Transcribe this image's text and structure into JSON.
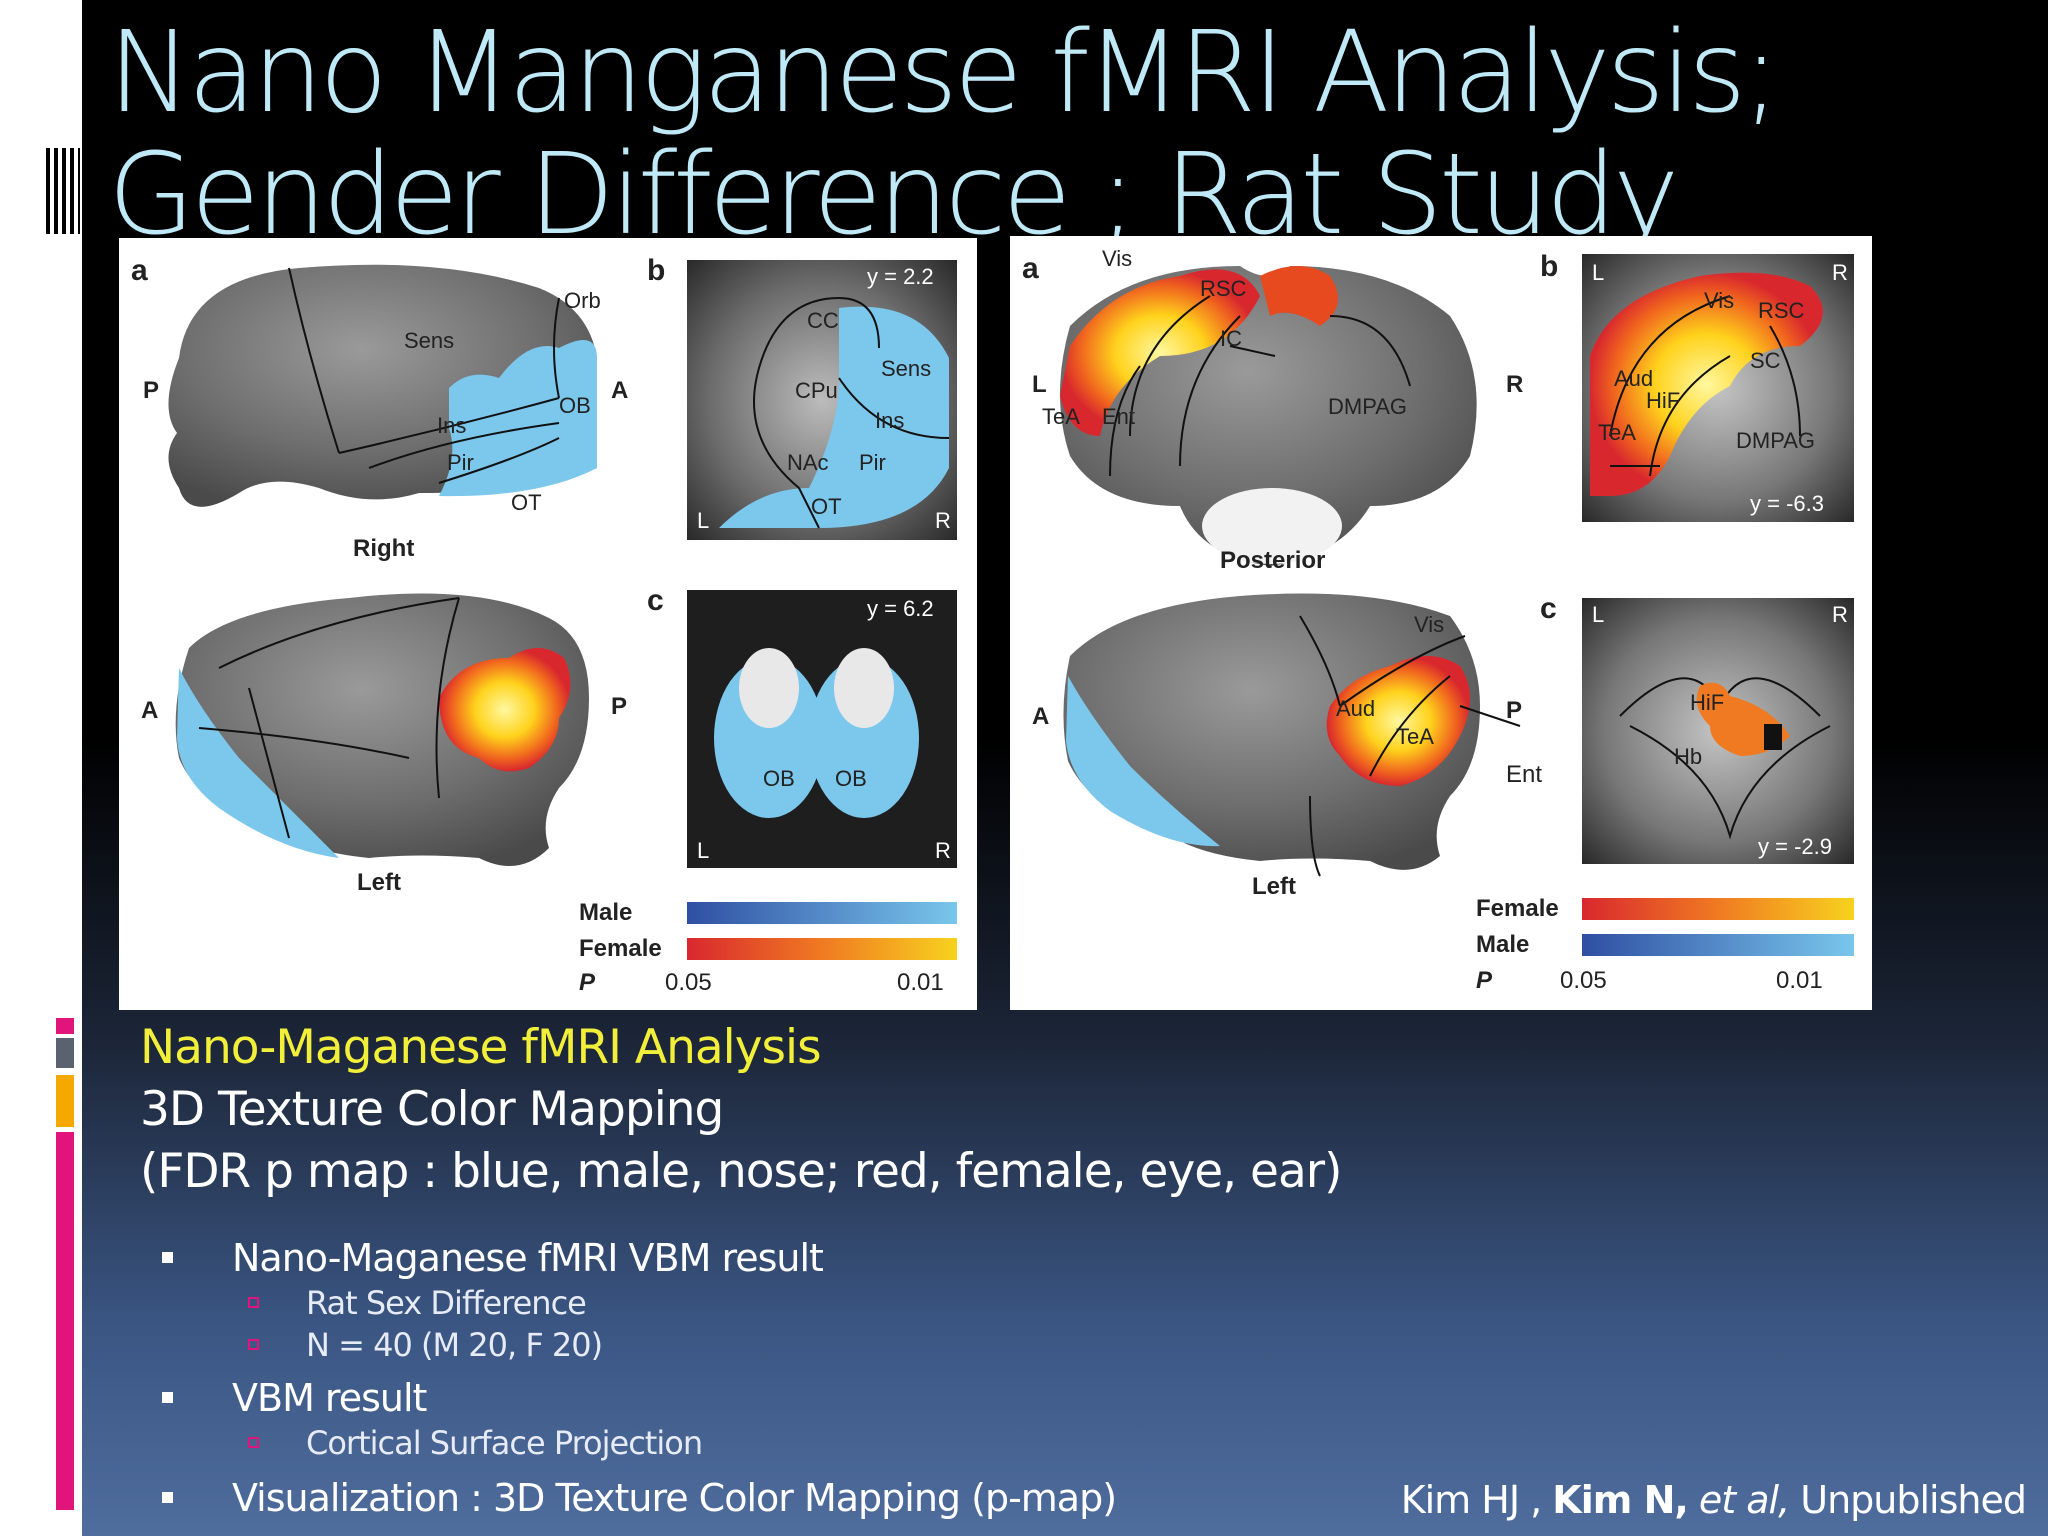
{
  "slide": {
    "title_line1": "Nano Manganese fMRI Analysis;",
    "title_line2": "Gender Difference ; Rat Study",
    "subtitle_yellow": "Nano-Maganese fMRI Analysis",
    "subtitle_line2": "3D Texture Color Mapping",
    "subtitle_line3": "(FDR p map : blue,  male, nose; red, female, eye, ear)",
    "bullets": [
      {
        "text": "Nano-Maganese fMRI VBM result",
        "subs": [
          "Rat Sex Difference",
          "N = 40 (M 20, F 20)"
        ]
      },
      {
        "text": "VBM result",
        "subs": [
          "Cortical Surface Projection"
        ]
      },
      {
        "text": "Visualization : 3D Texture Color Mapping (p-map)",
        "subs": []
      }
    ],
    "citation": {
      "pre": "Kim HJ , ",
      "bold": "Kim N,",
      "italic": " et al,",
      "post": " Unpublished"
    },
    "colors": {
      "title": "#bfe9f6",
      "subtitle": "#f2ef3b",
      "accent_pink": "#e0147a",
      "accent_orange": "#f5a800",
      "accent_gray": "#5a6270"
    }
  },
  "figure_left": {
    "panel_a": "a",
    "panel_b": "b",
    "panel_c": "c",
    "right_view": {
      "label": "Right",
      "P": "P",
      "A": "A",
      "regions": [
        "Orb",
        "Sens",
        "OB",
        "Ins",
        "Pir",
        "OT"
      ]
    },
    "left_view": {
      "label": "Left",
      "A": "A",
      "P": "P"
    },
    "slice_b": {
      "y": "y = 2.2",
      "L": "L",
      "R": "R",
      "regions": [
        "CC",
        "CPu",
        "Sens",
        "Ins",
        "NAc",
        "Pir",
        "OT"
      ]
    },
    "slice_c": {
      "y": "y = 6.2",
      "L": "L",
      "R": "R",
      "regions": [
        "OB",
        "OB"
      ]
    },
    "legend": {
      "male": "Male",
      "female": "Female",
      "p": "P",
      "p_low": "0.05",
      "p_high": "0.01"
    }
  },
  "figure_right": {
    "panel_a": "a",
    "panel_b": "b",
    "panel_c": "c",
    "posterior_view": {
      "label": "Posterior",
      "L": "L",
      "R": "R",
      "regions": [
        "Vis",
        "RSC",
        "IC",
        "TeA",
        "Ent",
        "DMPAG"
      ]
    },
    "left_view": {
      "label": "Left",
      "A": "A",
      "P": "P",
      "regions": [
        "Vis",
        "Aud",
        "TeA",
        "Ent"
      ]
    },
    "slice_b": {
      "y": "y = -6.3",
      "L": "L",
      "R": "R",
      "regions": [
        "Vis",
        "RSC",
        "Aud",
        "SC",
        "HiF",
        "TeA",
        "DMPAG"
      ]
    },
    "slice_c": {
      "y": "y = -2.9",
      "L": "L",
      "R": "R",
      "regions": [
        "HiF",
        "Hb"
      ]
    },
    "legend": {
      "female": "Female",
      "male": "Male",
      "p": "P",
      "p_low": "0.05",
      "p_high": "0.01"
    }
  }
}
